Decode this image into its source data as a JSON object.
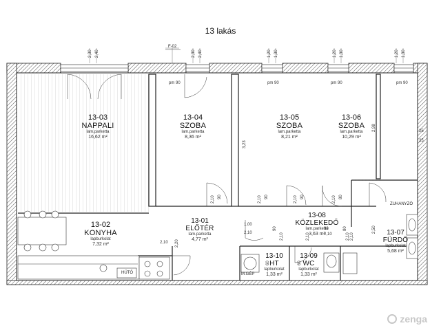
{
  "title": "13 lakás",
  "rooms": [
    {
      "id": "13-03",
      "name": "NAPPALI",
      "material": "lam.parketta",
      "area": "16,62 m²"
    },
    {
      "id": "13-04",
      "name": "SZOBA",
      "material": "lam.parketta",
      "area": "8,36 m²"
    },
    {
      "id": "13-05",
      "name": "SZOBA",
      "material": "lam.parketta",
      "area": "8,21 m²"
    },
    {
      "id": "13-06",
      "name": "SZOBA",
      "material": "lam.parketta",
      "area": "10,29 m²"
    },
    {
      "id": "13-02",
      "name": "KONYHA",
      "material": "lapburkolat",
      "area": "7,32 m²"
    },
    {
      "id": "13-01",
      "name": "ELŐTÉR",
      "material": "lam.parketta",
      "area": "4,77 m²"
    },
    {
      "id": "13-08",
      "name": "KÖZLEKEDŐ",
      "material": "lam.parketta",
      "area": "3,63 m²"
    },
    {
      "id": "13-07",
      "name": "FÜRDŐ",
      "material": "lapburkolat",
      "area": "5,68 m²"
    },
    {
      "id": "13-10",
      "name": "HT",
      "material": "lapburkolat",
      "area": "1,33 m²"
    },
    {
      "id": "13-09",
      "name": "WC",
      "material": "lapburkolat",
      "area": "1,33 m²"
    }
  ],
  "fixtures": {
    "fridge": "HŰTŐ",
    "shower": "ZUHANYZÓ",
    "washer": "M.GÉP",
    "section": "F-02"
  },
  "top_dims": [
    "2,30",
    "2,40",
    "2,30",
    "2,40",
    "1,20",
    "1,30",
    "1,20",
    "1,30",
    "1,20",
    "1,30"
  ],
  "sill_marks": [
    "pm 90",
    "pm 90",
    "pm 90",
    "pm 90"
  ],
  "door_dims": [
    "2,10",
    "90",
    "2,10",
    "90",
    "2,10",
    "90",
    "2,10",
    "80",
    "2,10",
    "80",
    "2,10",
    "1,00",
    "2,10",
    "90",
    "2,10",
    "60",
    "60",
    "2,10",
    "80",
    "2,10",
    "2,20",
    "2,10"
  ],
  "misc_dims": [
    "3,23",
    "2,98",
    "2,50",
    "25",
    "25"
  ],
  "watermark": "zenga"
}
